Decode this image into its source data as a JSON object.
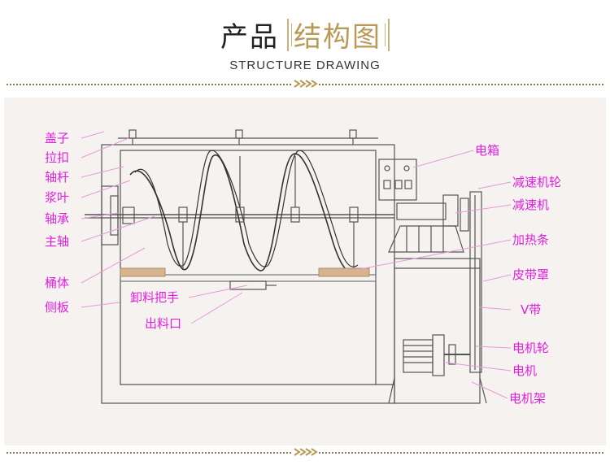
{
  "header": {
    "title_main": "产品",
    "title_accent": "结构图",
    "subtitle": "STRUCTURE DRAWING"
  },
  "colors": {
    "label": "#e31ee0",
    "leader": "#e79ad9",
    "line": "#555555",
    "accent": "#b89a55",
    "panel": "#f5f2ef",
    "heater": "#d6b48f"
  },
  "labels_left": {
    "cover": "盖子",
    "buckle": "拉扣",
    "shaft_rod": "轴杆",
    "paddle": "浆叶",
    "bearing": "轴承",
    "main_shaft": "主轴",
    "tank": "桶体",
    "side_plate": "侧板"
  },
  "labels_center": {
    "discharge_handle": "卸料把手",
    "outlet": "出料口"
  },
  "labels_right": {
    "electric_box": "电箱",
    "reducer_pulley": "减速机轮",
    "reducer": "减速机",
    "heating_strip": "加热条",
    "belt_cover": "皮带罩",
    "v_belt": "V带",
    "motor_pulley": "电机轮",
    "motor": "电机",
    "motor_frame": "电机架"
  }
}
